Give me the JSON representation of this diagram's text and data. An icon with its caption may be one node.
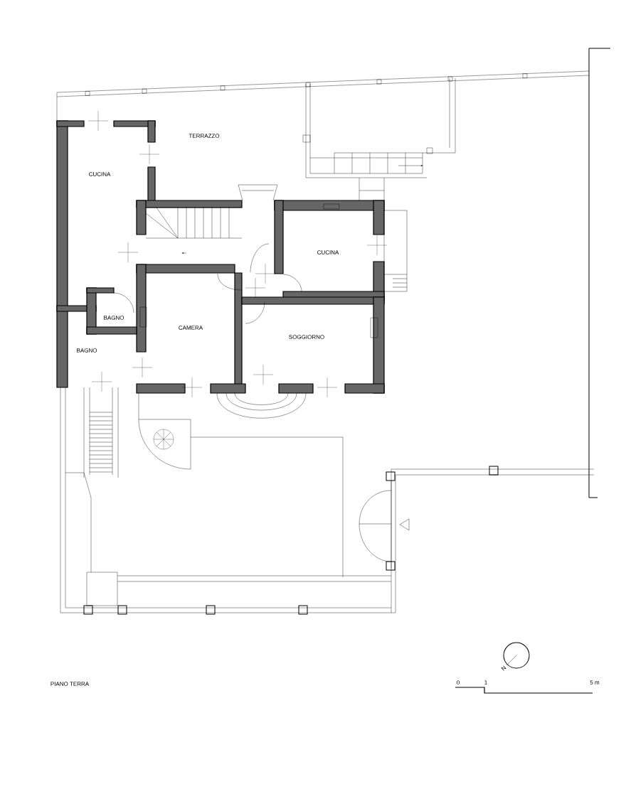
{
  "diagram": {
    "labels": [
      "TERRAZZO",
      "CUCINA",
      "CUCINA",
      "BAGNO",
      "CAMERA",
      "SOGGIORNO",
      "BAGNO",
      "N",
      "PIANO TERRA",
      "0",
      "1",
      "5 m"
    ]
  }
}
